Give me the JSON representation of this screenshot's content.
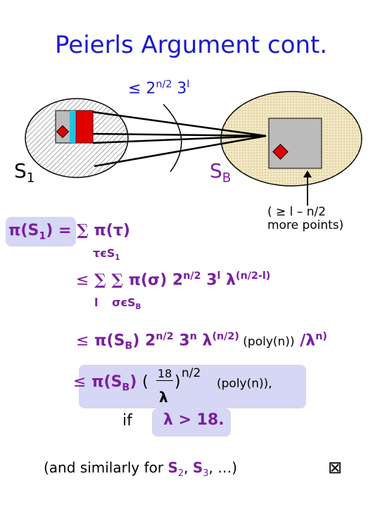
{
  "title": "Peierls Argument cont.",
  "bound_top": {
    "base": "≤ 2",
    "exp": "n/2",
    "mid": " 3",
    "exp2": "l"
  },
  "labels": {
    "s1": "S",
    "s1_sub": "1",
    "sb": "S",
    "sb_sub": "B"
  },
  "note": {
    "line1": "( ≥ l – n/2",
    "line2": "more points)"
  },
  "eq1": {
    "lhs": "π(S",
    "lhs_sub": "1",
    "lhs_end": ")",
    "eq": " = ",
    "sum": "∑",
    "term": " π(τ)",
    "under": "τєS",
    "under_sub": "1"
  },
  "eq2": {
    "le": "≤",
    "sum1": "∑",
    "sum2": "∑",
    "term": " π(σ)",
    "pow": " 2",
    "pow_exp": "n/2",
    "three": " 3",
    "three_exp": "l",
    "lam": "λ",
    "lam_exp": "(n/2-l)",
    "under1": "l",
    "under2": "σєS",
    "under2_sub": "B"
  },
  "eq3": {
    "le": "≤",
    "pi": "π(S",
    "pi_sub": "B",
    "pi_end": ")",
    "pow": " 2",
    "pow_exp": "n/2",
    "three": " 3",
    "three_exp": "n",
    "lam": " λ",
    "lam_exp": "(n/2)",
    "poly": " (poly(n))",
    "div": " /λ",
    "div_exp": "n)"
  },
  "eq4": {
    "le": "≤",
    "pi": "π(S",
    "pi_sub": "B",
    "pi_end": ")",
    "open": "(",
    "num": "18",
    "close": ")",
    "exp": "n/2",
    "den": "λ",
    "poly": "(poly(n)),"
  },
  "cond": {
    "if": "if",
    "expr": "λ > 18."
  },
  "footer": {
    "text": "(and similarly for ",
    "s2": "S",
    "s2_sub": "2",
    "comma": ", ",
    "s3": "S",
    "s3_sub": "3",
    "rest": ", …)",
    "qed": "⊠"
  },
  "colors": {
    "title": "#1a1acc",
    "accent": "#7a1fa0",
    "highlight": "#d6d6f5",
    "blob_right": "#f2e7c4",
    "square_red": "#e00000",
    "cyan": "#22c3e0"
  }
}
